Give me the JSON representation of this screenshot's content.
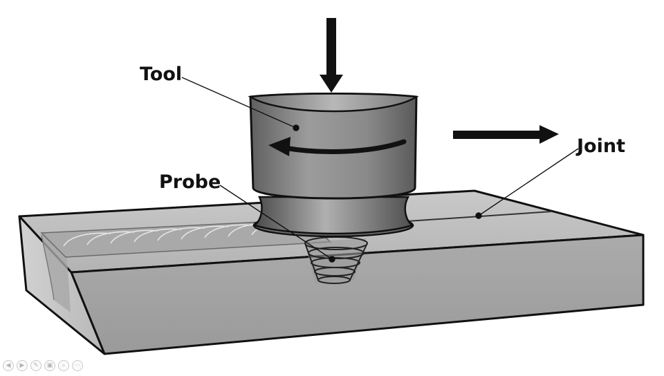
{
  "diagram": {
    "labels": {
      "tool": "Tool",
      "probe": "Probe",
      "joint": "Joint"
    }
  },
  "slideshow_controls": {
    "icons": [
      "previous-icon",
      "next-icon",
      "pen-icon",
      "slides-icon",
      "zoom-icon",
      "more-icon"
    ],
    "glyphs": [
      "◀",
      "▶",
      "✎",
      "▣",
      "⌕",
      "⋯"
    ]
  },
  "colors": {
    "background": "#ffffff",
    "outline": "#111111",
    "plate_top": "#bdbdbd",
    "plate_front": "#a3a3a3",
    "tool_body": "#8c8c8c"
  }
}
